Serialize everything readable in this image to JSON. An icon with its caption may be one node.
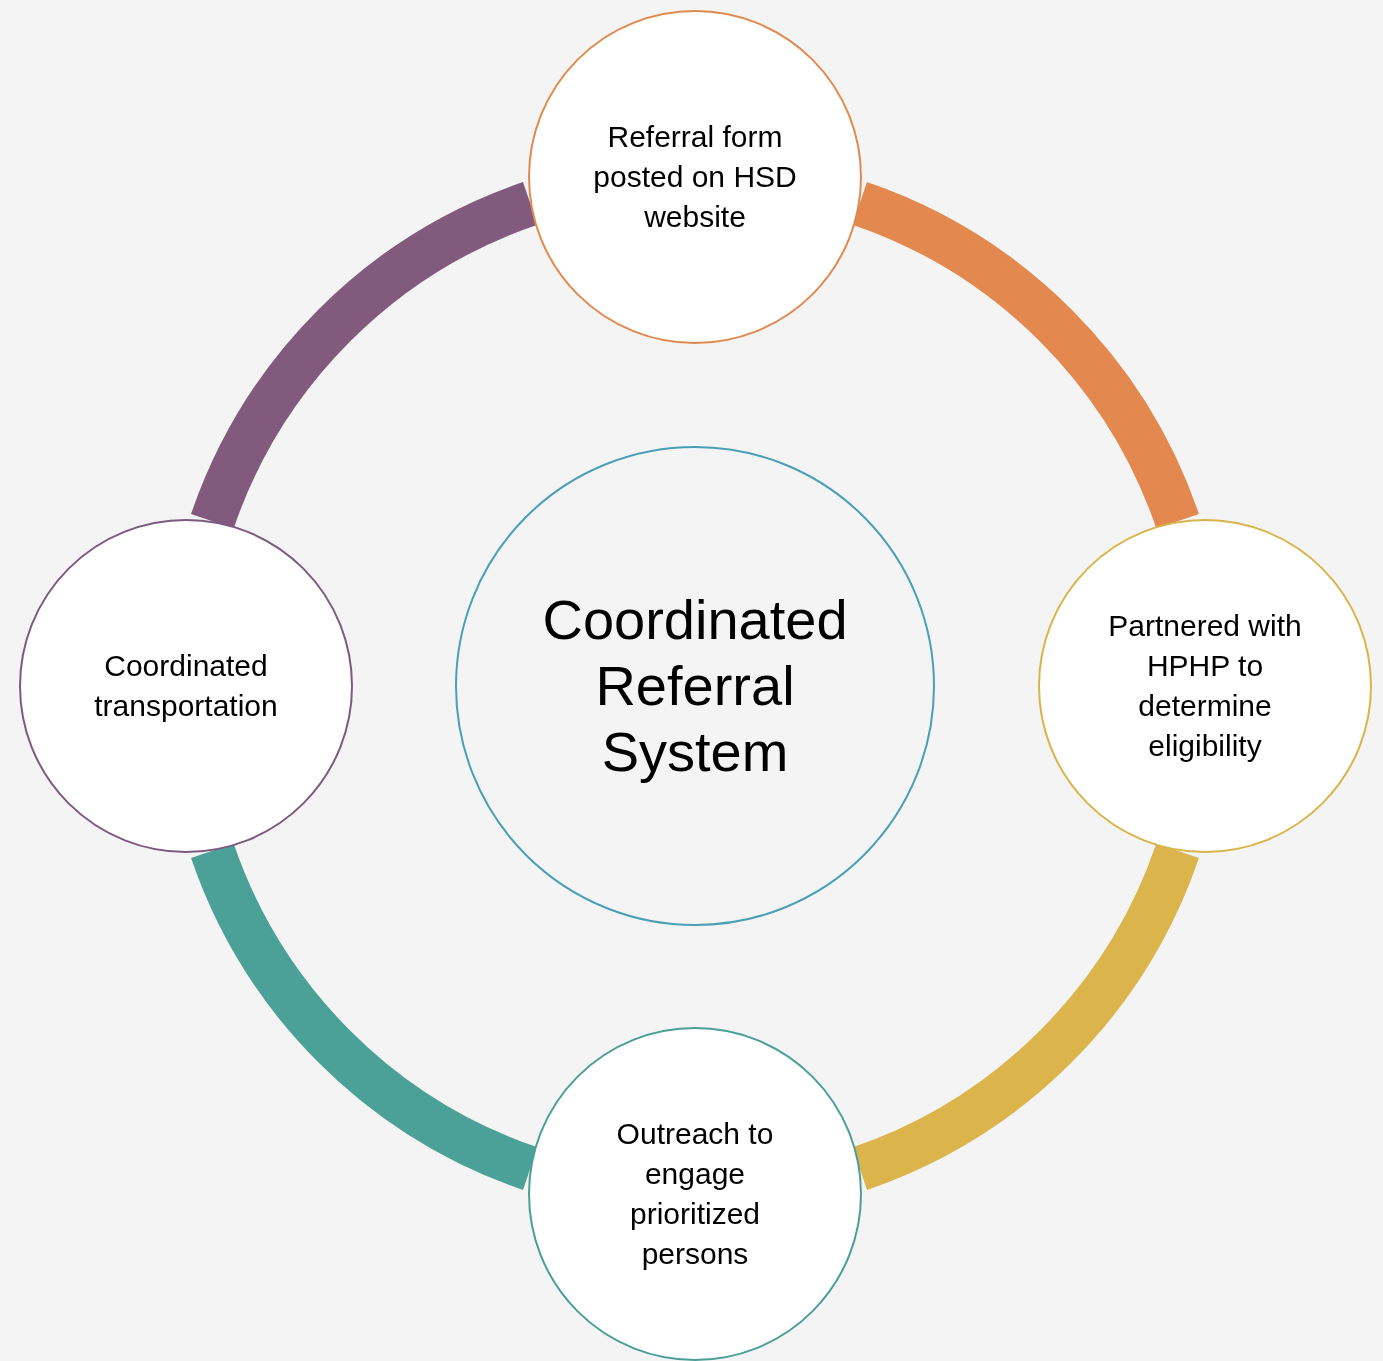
{
  "diagram": {
    "nodes": [
      {
        "text": [
          "Coordinated Referral System"
        ]
      },
      {
        "text": [
          "Referral form posted on HSD website"
        ]
      },
      {
        "text": [
          "Partnered with HPHP to determine eligibility"
        ]
      },
      {
        "text": [
          "Outreach to engage prioritized persons"
        ]
      },
      {
        "text": [
          "Coordinated transportation"
        ]
      }
    ],
    "edges": [
      {
        "from": 1,
        "to": 2,
        "arrow": "none",
        "color": "#e3884f"
      },
      {
        "from": 2,
        "to": 3,
        "arrow": "none",
        "color": "#dbb54b"
      },
      {
        "from": 3,
        "to": 4,
        "arrow": "none",
        "color": "#4ba198"
      },
      {
        "from": 4,
        "to": 1,
        "arrow": "none",
        "color": "#825a7e"
      }
    ]
  }
}
